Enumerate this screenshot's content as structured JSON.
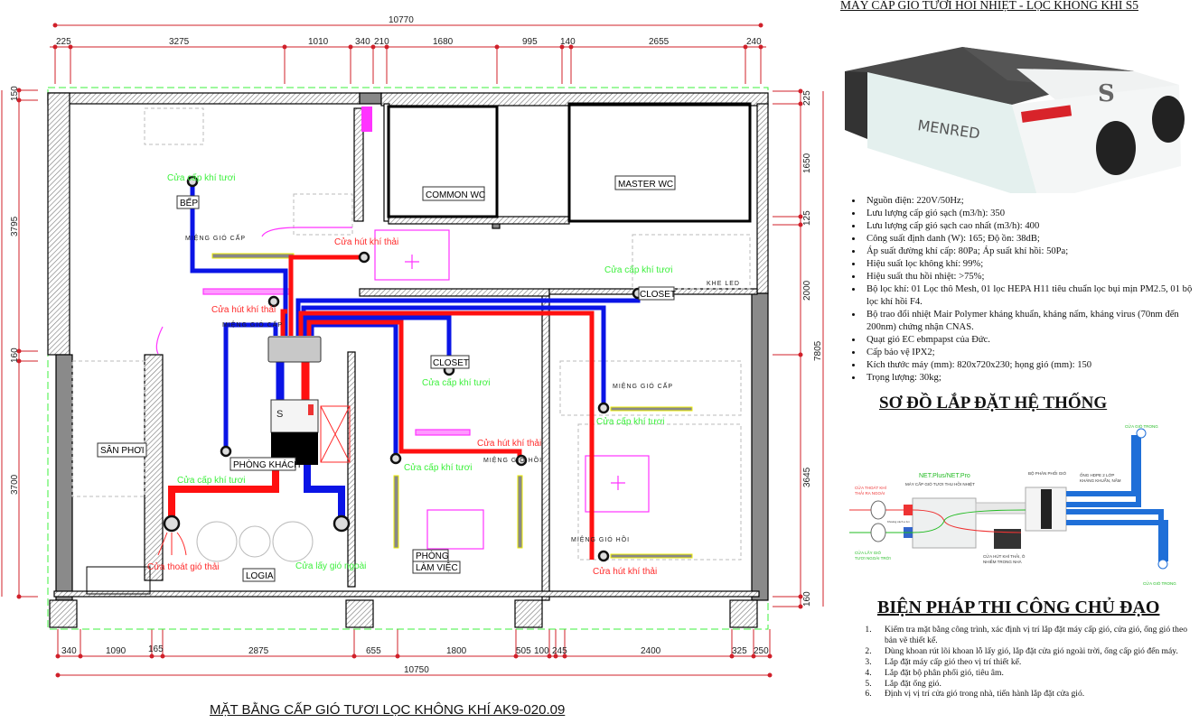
{
  "plan": {
    "title": "MẶT BẰNG CẤP GIÓ TƯƠI LỌC KHÔNG KHÍ AK9-020.09",
    "dims_top_total": "10770",
    "dims_top": [
      "225",
      "3275",
      "1010",
      "340",
      "210",
      "1680",
      "995",
      "140",
      "2655",
      "240"
    ],
    "dims_bottom": [
      "340",
      "1090",
      "165",
      "2875",
      "655",
      "1800",
      "505",
      "100",
      "245",
      "2400",
      "325",
      "250"
    ],
    "dims_bottom_total": "10750",
    "dims_left": [
      "150",
      "3795",
      "160",
      "3700"
    ],
    "dims_right": [
      "225",
      "1650",
      "125",
      "2000",
      "3645",
      "160"
    ],
    "dims_right_total": "7805",
    "rooms": {
      "bep": "BẾP",
      "common_wc": "COMMON  WC",
      "master_wc": "MASTER  WC",
      "closet1": "CLOSET",
      "closet2": "CLOSET",
      "san_phoi": "SÂN PHƠI",
      "phong_khach": "PHÒNG  KHÁCH",
      "logia": "LOGIA",
      "phong_lam_viec_1": "PHÒNG",
      "phong_lam_viec_2": "LÀM  VIỆC",
      "khe_led": "KHE LED"
    },
    "labels": {
      "supply": "Cửa cấp khí tươi",
      "exhaust_in": "Cửa hút khí thải",
      "exhaust_out": "Cửa thoát gió thải",
      "fresh_in": "Cửa lấy gió ngoài",
      "grille_supply": "MIỆNG GIÓ CẤP",
      "grille_return": "MIỆNG GIÓ HỒI"
    },
    "unit_logo": "S",
    "colors": {
      "supply_duct": "#0a14e6",
      "exhaust_duct": "#ff1010",
      "dimension": "#d0202a",
      "grille": "#ff33ff",
      "supply_label": "#3df03d"
    }
  },
  "panel": {
    "product_title": "MÁY CẤP GIÓ TƯƠI HỒI NHIỆT - LỌC KHÔNG KHÍ S5",
    "product_brand": "MENRED",
    "product_logo": "S",
    "specs": [
      "Nguồn điện: 220V/50Hz;",
      "Lưu lượng cấp gió sạch (m3/h): 350",
      "Lưu lượng cấp gió sạch cao nhất  (m3/h): 400",
      "Công suất định danh (W): 165; Độ ồn: 38dB;",
      "Áp suất đường khí cấp: 80Pa; Áp suất khí hồi: 50Pa;",
      "Hiệu suất lọc không khí: 99%;",
      "Hiệu suất thu hồi nhiệt: >75%;",
      "Bộ lọc khí: 01 Lọc thô Mesh, 01 lọc HEPA H11 tiêu chuẩn lọc bụi mịn PM2.5, 01 bộ lọc khí hồi F4.",
      "Bộ trao đổi nhiệt Mair Polymer kháng khuẩn, kháng nấm, kháng virus (70nm đến 200nm) chứng nhận CNAS.",
      "Quạt gió EC ebmpapst của Đức.",
      "Cấp bảo vệ IPX2;",
      "Kích thước máy (mm): 820x720x230; họng gió (mm): 150",
      "Trọng lượng: 30kg;"
    ],
    "system_title": "SƠ ĐỒ LẮP ĐẶT HỆ THỐNG",
    "system": {
      "model": "NET.Plus/NET.Pro",
      "model_sub": "MÁY CẤP GIÓ TƯƠI THU HỒI NHIỆT",
      "distributor": "BỘ PHÂN PHỐI GIÓ",
      "pipe_1": "ỐNG HDPE 2 LỚP",
      "pipe_2": "KHÁNG KHUẨN, NẤM",
      "outlet_top": "CỬA GIÓ TRONG",
      "outlet_bottom": "CỬA GIÓ TRONG",
      "exhaust_out_1": "CỬA THOÁT KHÍ",
      "exhaust_out_2": "THẢI RA NGOÀI",
      "fresh_in_1": "CỬA LẤY GIÓ",
      "fresh_in_2": "TƯƠI NGOÀI TRỜI",
      "indoor_exhaust_1": "CỬA HÚT KHÍ THẢI, Ô",
      "indoor_exhaust_2": "NHIỄM TRONG NHÀ",
      "spacing": "Khoảng cách ≥ 1m"
    },
    "method_title": "BIỆN PHÁP THI CÔNG CHỦ ĐẠO",
    "steps": [
      "Kiểm tra mặt bằng công trình, xác định vị trí lắp đặt máy cấp gió, cửa gió, ống gió theo bản vẽ thiết kế.",
      "Dùng khoan rút lõi khoan lỗ lấy gió, lắp đặt cửa gió ngoài trời, ống cấp gió đến máy.",
      "Lắp đặt máy cấp gió theo vị trí thiết kế.",
      "Lắp đặt bộ phân phối gió, tiêu âm.",
      "Lắp đặt ống gió.",
      "Định vị vị trí cửa gió trong nhà, tiến hành lắp đặt cửa gió."
    ]
  }
}
